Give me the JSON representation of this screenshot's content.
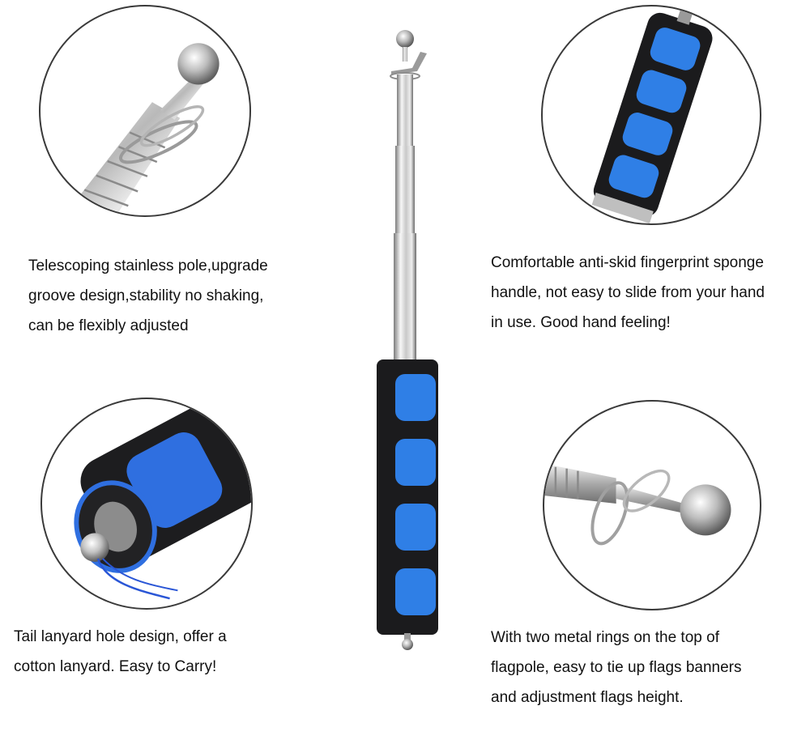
{
  "captions": {
    "top_left": "Telescoping stainless pole,upgrade\ngroove design,stability no shaking,\ncan be flexibly adjusted",
    "top_right": "Comfortable anti-skid fingerprint sponge\nhandle, not easy to slide from your hand\nin use. Good hand feeling!",
    "bottom_left": "Tail lanyard hole design, offer a\ncotton lanyard. Easy to Carry!",
    "bottom_right": "With two metal rings on the top of\nflagpole, easy to tie up flags banners\nand adjustment flags height."
  },
  "colors": {
    "foam_black": "#1b1b1d",
    "foam_blue": "#2f7fe6",
    "steel_light": "#f4f4f4",
    "steel_dark": "#8a8a8a",
    "circle_border": "#3a3a3a",
    "lanyard_blue": "#2a56d6"
  }
}
